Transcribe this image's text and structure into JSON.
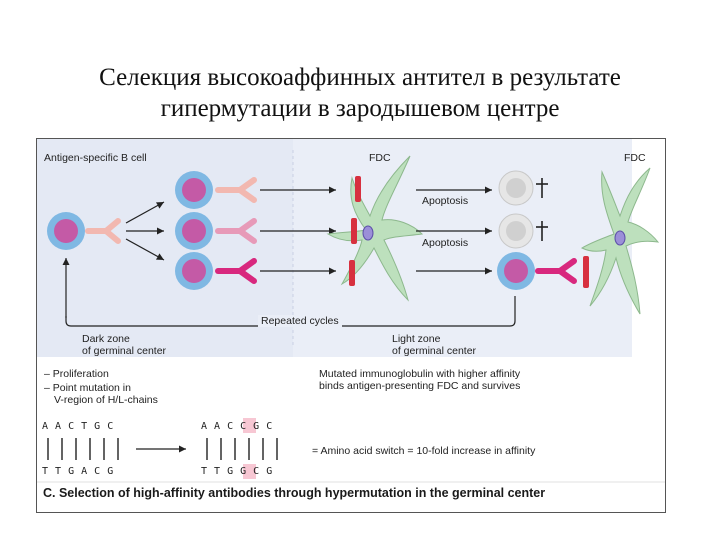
{
  "slide": {
    "title_line1": "Селекция высокоаффинных антител в результате",
    "title_line2": "гипермутации в зародышевом центре"
  },
  "figure": {
    "label_b_cell": "Antigen-specific B cell",
    "label_fdc_1": "FDC",
    "label_fdc_2": "FDC",
    "label_apoptosis_1": "Apoptosis",
    "label_apoptosis_2": "Apoptosis",
    "label_repeated_cycles": "Repeated cycles",
    "dark_zone_line1": "Dark zone",
    "dark_zone_line2": "of germinal center",
    "light_zone_line1": "Light zone",
    "light_zone_line2": "of germinal center",
    "dark_bullet_1": "– Proliferation",
    "dark_bullet_2_line1": "– Point mutation in",
    "dark_bullet_2_line2": "V-region of H/L-chains",
    "light_note_line1": "Mutated immunoglobulin with higher affinity",
    "light_note_line2": "binds antigen-presenting FDC and survives",
    "dna_original_top": "A A C T G C",
    "dna_original_bottom": "T T G A C G",
    "dna_mutated_top": "A A C C G C",
    "dna_mutated_bottom": "T T G G C G",
    "amino_acid_note": "= Amino acid switch = 10-fold increase in affinity",
    "caption": "C. Selection of high-affinity antibodies through hypermutation in the germinal center"
  },
  "colors": {
    "cell_fill": "#c45aa6",
    "cell_ring": "#7fb8e3",
    "antibody_low": "#f2b8b0",
    "antibody_mid": "#e79ab8",
    "antibody_high": "#d8287e",
    "fdc_fill": "#bde0bd",
    "dark_zone_bg": "#e4e9f4",
    "light_zone_bg": "#eaeef7",
    "antigen_red": "#d7303f"
  }
}
